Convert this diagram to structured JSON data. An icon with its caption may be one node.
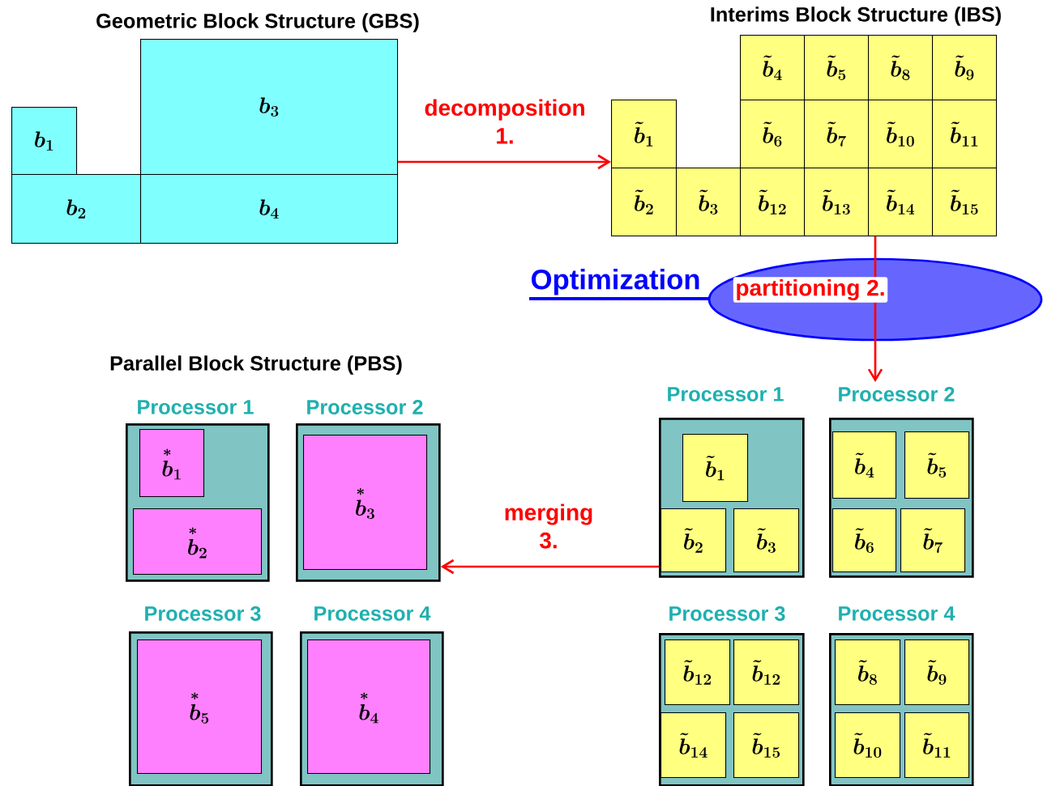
{
  "diagram": {
    "nodes": [
      {
        "text": [
          "b_{1}"
        ]
      },
      {
        "text": [
          "b_{2}"
        ]
      },
      {
        "text": [
          "b_{3}"
        ]
      },
      {
        "text": [
          "b_{4}"
        ]
      },
      {
        "text": [
          "\\tilde{b}_{1}"
        ]
      },
      {
        "text": [
          "\\tilde{b}_{2}"
        ]
      },
      {
        "text": [
          "\\tilde{b}_{3}"
        ]
      },
      {
        "text": [
          "\\tilde{b}_{4}"
        ]
      },
      {
        "text": [
          "\\tilde{b}_{5}"
        ]
      },
      {
        "text": [
          "\\tilde{b}_{6}"
        ]
      },
      {
        "text": [
          "\\tilde{b}_{7}"
        ]
      },
      {
        "text": [
          "\\tilde{b}_{8}"
        ]
      },
      {
        "text": [
          "\\tilde{b}_{9}"
        ]
      },
      {
        "text": [
          "\\tilde{b}_{10}"
        ]
      },
      {
        "text": [
          "\\tilde{b}_{11}"
        ]
      },
      {
        "text": [
          "\\tilde{b}_{12}"
        ]
      },
      {
        "text": [
          "\\tilde{b}_{13}"
        ]
      },
      {
        "text": [
          "\\tilde{b}_{14}"
        ]
      },
      {
        "text": [
          "\\tilde{b}_{15}"
        ]
      },
      {
        "text": [
          "Processor 1"
        ]
      },
      {
        "text": [
          "\\overset{*}{b}_{1}"
        ],
        "in": 19
      },
      {
        "text": [
          "\\overset{*}{b}_{2}"
        ],
        "in": 19
      },
      {
        "text": [
          "Processor 2"
        ]
      },
      {
        "text": [
          "\\overset{*}{b}_{3}"
        ],
        "in": 22
      },
      {
        "text": [
          "Processor 3"
        ]
      },
      {
        "text": [
          "\\overset{*}{b}_{5}"
        ],
        "in": 24
      },
      {
        "text": [
          "Processor 4"
        ]
      },
      {
        "text": [
          "\\overset{*}{b}_{4}"
        ],
        "in": 26
      },
      {
        "text": [
          "Processor 1"
        ]
      },
      {
        "text": [
          "\\tilde{b}_{1}"
        ],
        "in": 28
      },
      {
        "text": [
          "\\tilde{b}_{2}"
        ],
        "in": 28
      },
      {
        "text": [
          "\\tilde{b}_{3}"
        ],
        "in": 28
      },
      {
        "text": [
          "Processor 2"
        ]
      },
      {
        "text": [
          "\\tilde{b}_{4}"
        ],
        "in": 32
      },
      {
        "text": [
          "\\tilde{b}_{5}"
        ],
        "in": 32
      },
      {
        "text": [
          "\\tilde{b}_{6}"
        ],
        "in": 32
      },
      {
        "text": [
          "\\tilde{b}_{7}"
        ],
        "in": 32
      },
      {
        "text": [
          "Processor 3"
        ]
      },
      {
        "text": [
          "\\tilde{b}_{12}"
        ],
        "in": 37
      },
      {
        "text": [
          "\\tilde{b}_{12}"
        ],
        "in": 37
      },
      {
        "text": [
          "\\tilde{b}_{14}"
        ],
        "in": 37
      },
      {
        "text": [
          "\\tilde{b}_{15}"
        ],
        "in": 37
      },
      {
        "text": [
          "Processor 4"
        ]
      },
      {
        "text": [
          "\\tilde{b}_{8}"
        ],
        "in": 42
      },
      {
        "text": [
          "\\tilde{b}_{9}"
        ],
        "in": 42
      },
      {
        "text": [
          "\\tilde{b}_{10}"
        ],
        "in": 42
      },
      {
        "text": [
          "\\tilde{b}_{11}"
        ],
        "in": 42
      }
    ],
    "edges": [
      {
        "from": 2,
        "to": 4,
        "arrow": "to",
        "label": "decomposition 1."
      },
      {
        "from": 17,
        "to": 32,
        "arrow": "to",
        "label": "partitioning 2."
      },
      {
        "from": 28,
        "to": 22,
        "arrow": "to",
        "label": "merging 3."
      }
    ],
    "labels": [
      "Geometric Block Structure (GBS)",
      "Interims Block Structure (IBS)",
      "Optimization",
      "Parallel Block Structure (PBS)"
    ]
  }
}
